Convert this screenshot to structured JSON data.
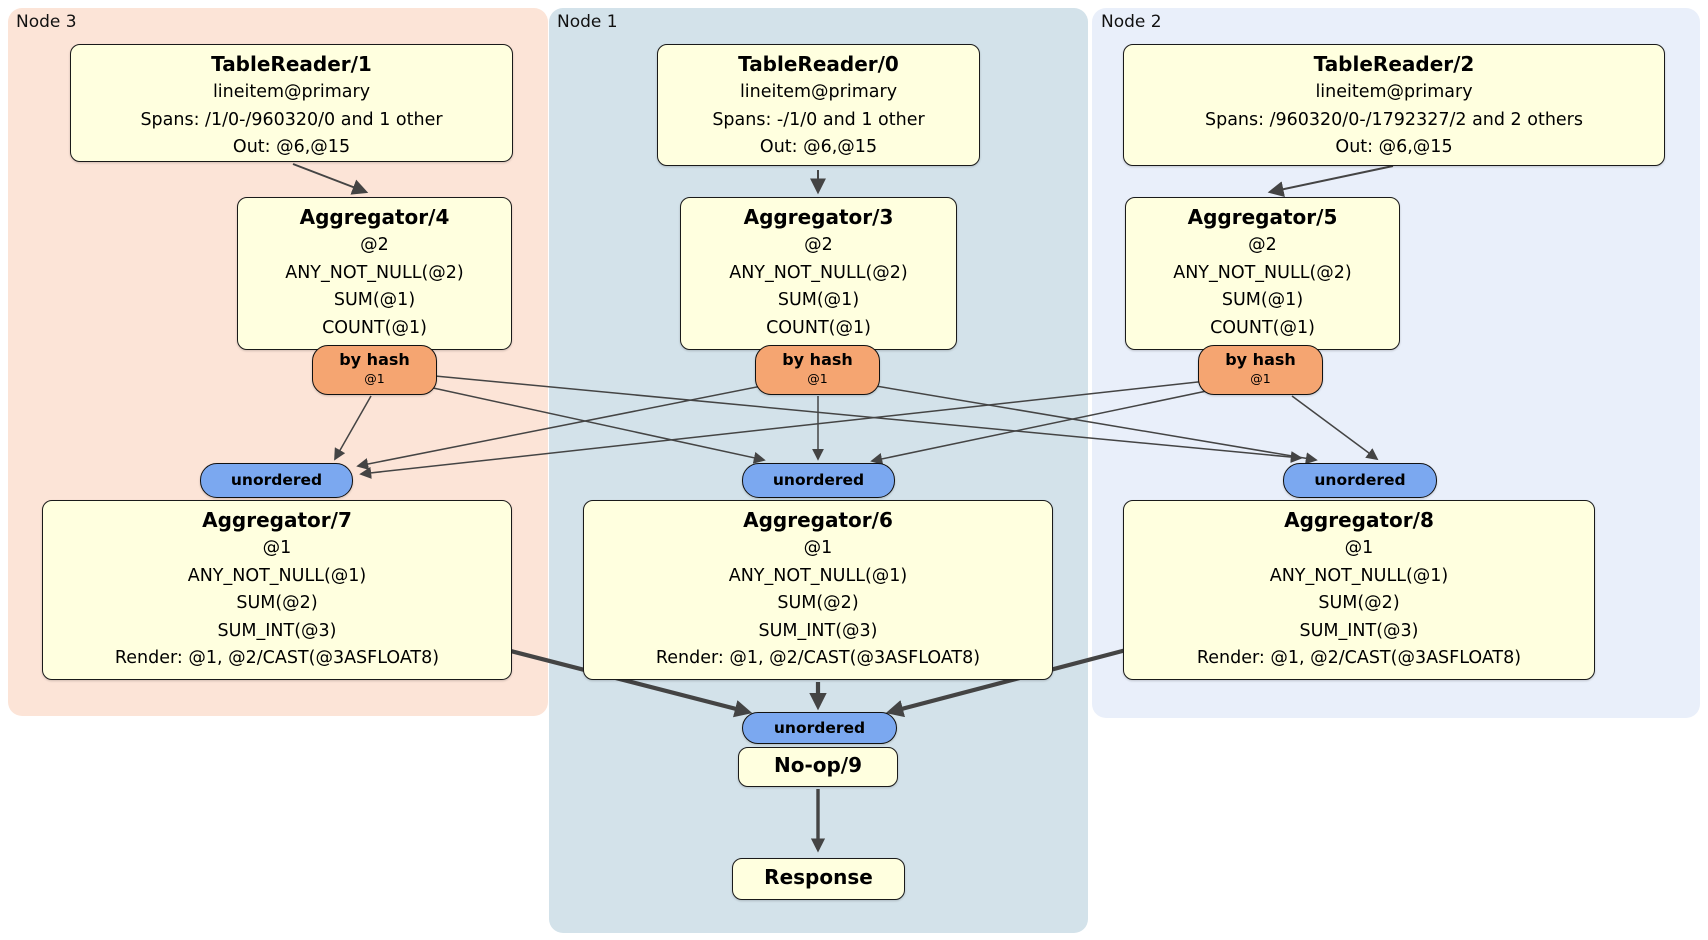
{
  "colors": {
    "node3_bg": "#fce4d7",
    "node1_bg": "#d3e2ea",
    "node2_bg": "#e9effa",
    "box_bg": "#ffffdf",
    "router_bg": "#f5a571",
    "sync_bg": "#7ba8f0",
    "edge": "#444444"
  },
  "regions": {
    "node3": {
      "label": "Node 3"
    },
    "node1": {
      "label": "Node 1"
    },
    "node2": {
      "label": "Node 2"
    }
  },
  "processors": {
    "tr1": {
      "title": "TableReader/1",
      "lines": [
        "lineitem@primary",
        "Spans: /1/0-/960320/0 and 1 other",
        "Out: @6,@15"
      ]
    },
    "tr0": {
      "title": "TableReader/0",
      "lines": [
        "lineitem@primary",
        "Spans: -/1/0 and 1 other",
        "Out: @6,@15"
      ]
    },
    "tr2": {
      "title": "TableReader/2",
      "lines": [
        "lineitem@primary",
        "Spans: /960320/0-/1792327/2 and 2 others",
        "Out: @6,@15"
      ]
    },
    "agg4": {
      "title": "Aggregator/4",
      "lines": [
        "@2",
        "ANY_NOT_NULL(@2)",
        "SUM(@1)",
        "COUNT(@1)"
      ]
    },
    "agg3": {
      "title": "Aggregator/3",
      "lines": [
        "@2",
        "ANY_NOT_NULL(@2)",
        "SUM(@1)",
        "COUNT(@1)"
      ]
    },
    "agg5": {
      "title": "Aggregator/5",
      "lines": [
        "@2",
        "ANY_NOT_NULL(@2)",
        "SUM(@1)",
        "COUNT(@1)"
      ]
    },
    "agg7": {
      "title": "Aggregator/7",
      "lines": [
        "@1",
        "ANY_NOT_NULL(@1)",
        "SUM(@2)",
        "SUM_INT(@3)",
        "Render: @1, @2/CAST(@3ASFLOAT8)"
      ]
    },
    "agg6": {
      "title": "Aggregator/6",
      "lines": [
        "@1",
        "ANY_NOT_NULL(@1)",
        "SUM(@2)",
        "SUM_INT(@3)",
        "Render: @1, @2/CAST(@3ASFLOAT8)"
      ]
    },
    "agg8": {
      "title": "Aggregator/8",
      "lines": [
        "@1",
        "ANY_NOT_NULL(@1)",
        "SUM(@2)",
        "SUM_INT(@3)",
        "Render: @1, @2/CAST(@3ASFLOAT8)"
      ]
    },
    "noop": {
      "title": "No-op/9"
    },
    "response": {
      "title": "Response"
    }
  },
  "routers": {
    "hash4": {
      "label": "by hash",
      "sublabel": "@1"
    },
    "hash3": {
      "label": "by hash",
      "sublabel": "@1"
    },
    "hash5": {
      "label": "by hash",
      "sublabel": "@1"
    }
  },
  "syncs": {
    "sync7": {
      "label": "unordered"
    },
    "sync6": {
      "label": "unordered"
    },
    "sync8": {
      "label": "unordered"
    },
    "sync9": {
      "label": "unordered"
    }
  }
}
